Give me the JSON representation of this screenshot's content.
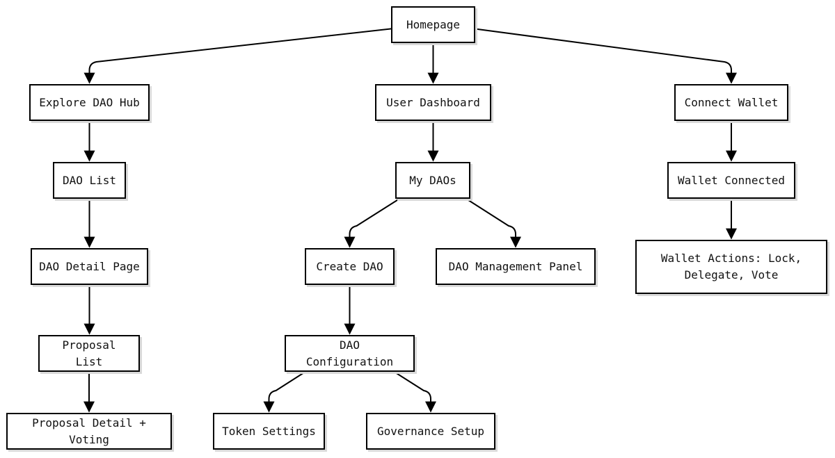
{
  "nodes": {
    "homepage": "Homepage",
    "explore_dao_hub": "Explore DAO Hub",
    "user_dashboard": "User Dashboard",
    "connect_wallet": "Connect Wallet",
    "dao_list": "DAO List",
    "my_daos": "My DAOs",
    "wallet_connected": "Wallet Connected",
    "dao_detail_page": "DAO Detail Page",
    "create_dao": "Create DAO",
    "dao_management_panel": "DAO Management Panel",
    "wallet_actions": "Wallet Actions: Lock, Delegate, Vote",
    "proposal_list": "Proposal List",
    "dao_configuration": "DAO Configuration",
    "proposal_detail_voting": "Proposal Detail + Voting",
    "token_settings": "Token Settings",
    "governance_setup": "Governance Setup"
  },
  "edges": [
    [
      "homepage",
      "explore_dao_hub"
    ],
    [
      "homepage",
      "user_dashboard"
    ],
    [
      "homepage",
      "connect_wallet"
    ],
    [
      "explore_dao_hub",
      "dao_list"
    ],
    [
      "dao_list",
      "dao_detail_page"
    ],
    [
      "dao_detail_page",
      "proposal_list"
    ],
    [
      "proposal_list",
      "proposal_detail_voting"
    ],
    [
      "user_dashboard",
      "my_daos"
    ],
    [
      "my_daos",
      "create_dao"
    ],
    [
      "my_daos",
      "dao_management_panel"
    ],
    [
      "create_dao",
      "dao_configuration"
    ],
    [
      "dao_configuration",
      "token_settings"
    ],
    [
      "dao_configuration",
      "governance_setup"
    ],
    [
      "connect_wallet",
      "wallet_connected"
    ],
    [
      "wallet_connected",
      "wallet_actions"
    ]
  ]
}
